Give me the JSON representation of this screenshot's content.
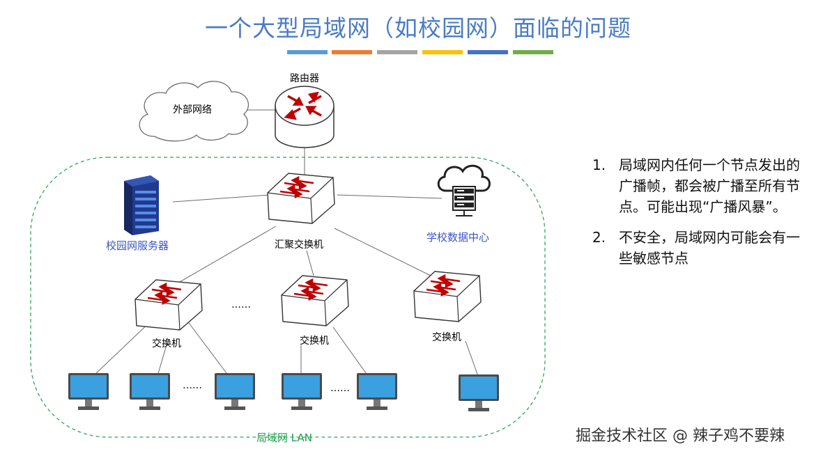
{
  "title": "一个大型局域网（如校园网）面临的问题",
  "title_bar_colors": [
    "#5b9bd5",
    "#ed7d31",
    "#a5a5a5",
    "#ffc000",
    "#4472c4",
    "#70ad47"
  ],
  "colors": {
    "title": "#4a7cc4",
    "device_body": "#ffffff",
    "device_arrow": "#c00000",
    "monitor_screen": "#3aa0e0",
    "lan_border": "#2ea85a",
    "server_label": "#3b55c4"
  },
  "nodes": {
    "external_network": "外部网络",
    "router": "路由器",
    "core_switch": "汇聚交换机",
    "campus_server": "校园网服务器",
    "data_center": "学校数据中心",
    "switch_left": "交换机",
    "switch_mid": "交换机",
    "switch_right": "交换机",
    "lan": "局域网 LAN"
  },
  "ellipsis": [
    "……",
    "……",
    "……"
  ],
  "icons": [
    "cloud-icon",
    "router-icon",
    "switch-icon",
    "server-rack-icon",
    "cloud-server-icon",
    "monitor-icon"
  ],
  "notes": [
    {
      "num": "1.",
      "text": "局域网内任何一个节点发出的广播帧，都会被广播至所有节点。可能出现“广播风暴”。"
    },
    {
      "num": "2.",
      "text": "不安全，局域网内可能会有一些敏感节点"
    }
  ],
  "credit": "掘金技术社区 @ 辣子鸡不要辣"
}
